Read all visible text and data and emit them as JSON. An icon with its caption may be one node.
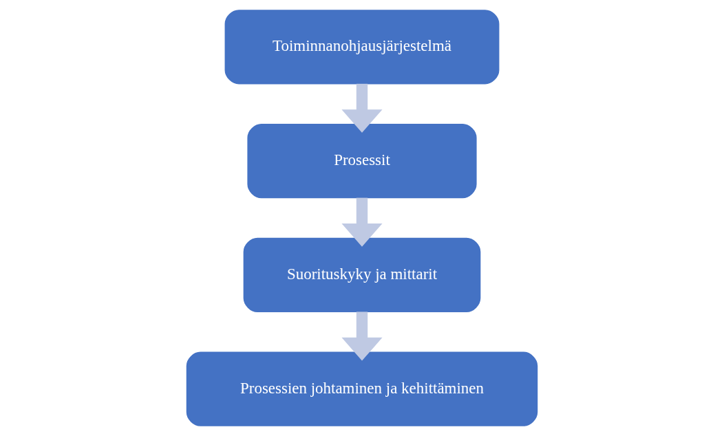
{
  "diagram": {
    "nodes": [
      {
        "text": [
          "Toiminnanohjausjärjestelmä"
        ]
      },
      {
        "text": [
          "Prosessit"
        ]
      },
      {
        "text": [
          "Suorituskyky ja mittarit"
        ]
      },
      {
        "text": [
          "Prosessien johtaminen ja kehittäminen"
        ]
      }
    ],
    "edges": [
      {
        "from": 0,
        "to": 1,
        "arrow": "to"
      },
      {
        "from": 1,
        "to": 2,
        "arrow": "to"
      },
      {
        "from": 2,
        "to": 3,
        "arrow": "to"
      }
    ]
  }
}
